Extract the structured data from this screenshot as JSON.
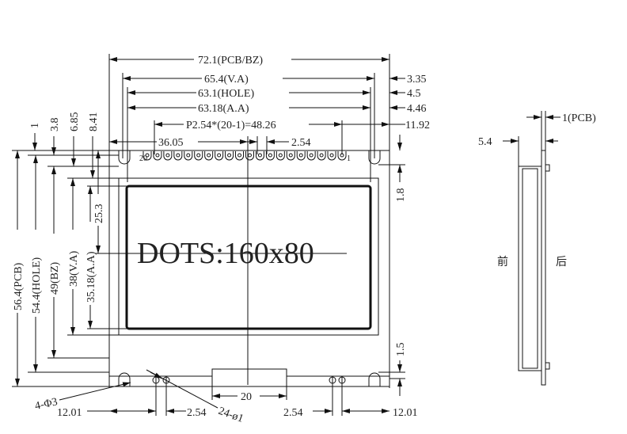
{
  "top_dims": {
    "pcb_width": "72.1(PCB/BZ)",
    "va_width": "65.4(V.A)",
    "hole_width": "63.1(HOLE)",
    "aa_width": "63.18(A.A)",
    "pitch": "P2.54*(20-1)=48.26",
    "pin_offset": "36.05",
    "pin_pitch": "2.54",
    "va_offset": "3.35",
    "hole_offset": "4.5",
    "aa_offset": "4.46",
    "pin_right_offset": "11.92"
  },
  "left_dims": {
    "d1": "1",
    "d2": "3.8",
    "d3": "6.85",
    "d4": "8.41",
    "pcb_height": "56.4(PCB)",
    "hole_height": "54.4(HOLE)",
    "bz_height": "49(BZ)",
    "va_height": "38(V.A)",
    "aa_height": "35.18(A.A)",
    "center": "25.3"
  },
  "right_dims": {
    "top": "1.8",
    "bottom": "1.5"
  },
  "pins": {
    "first": "20",
    "last": "1",
    "count": 20
  },
  "display_label": "DOTS:160x80",
  "bottom_dims": {
    "holes": "4-Φ3",
    "left_offset": "12.01",
    "left_pitch": "2.54",
    "small_holes": "24-ø1",
    "center_width": "20",
    "right_pitch": "2.54",
    "right_offset": "12.01"
  },
  "side_view": {
    "pcb": "1(PCB)",
    "thickness": "5.4",
    "front": "前",
    "back": "后"
  }
}
